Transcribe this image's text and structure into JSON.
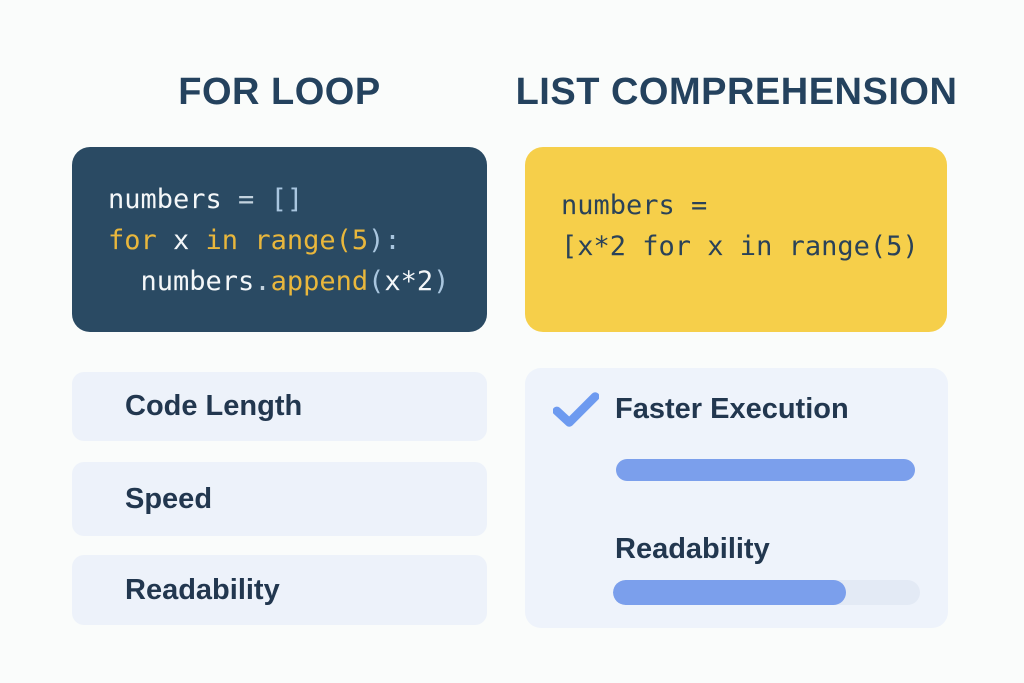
{
  "colors": {
    "background": "#fafcfb",
    "title_navy": "#24425e",
    "code_card_dark": "#2a4a63",
    "code_card_yellow": "#f6cf4a",
    "feature_row_bg": "#edf2fa",
    "right_card_bg": "#eef3fb",
    "bar_blue": "#7b9fec",
    "bar_track": "#e3eaf5",
    "check_blue": "#6d9af0",
    "code_gold": "#e9b73c",
    "code_white": "#f4f7f9",
    "code_blue": "#a9c6df",
    "code_navy": "#2a4258"
  },
  "left": {
    "title": "FOR LOOP",
    "code_lines": [
      {
        "tokens": [
          {
            "t": "numbers ",
            "c": "white"
          },
          {
            "t": "= ",
            "c": "gray"
          },
          {
            "t": "[]",
            "c": "blue"
          }
        ]
      },
      {
        "tokens": [
          {
            "t": "for ",
            "c": "gold"
          },
          {
            "t": "x ",
            "c": "white"
          },
          {
            "t": "in ",
            "c": "gold"
          },
          {
            "t": "range(5",
            "c": "gold"
          },
          {
            "t": "):",
            "c": "blue"
          }
        ]
      },
      {
        "tokens": [
          {
            "t": "  numbers",
            "c": "white"
          },
          {
            "t": ".",
            "c": "gray"
          },
          {
            "t": "append",
            "c": "gold"
          },
          {
            "t": "(",
            "c": "blue"
          },
          {
            "t": "x*2",
            "c": "white"
          },
          {
            "t": ")",
            "c": "blue"
          }
        ]
      }
    ],
    "features": [
      {
        "label": "Code Length"
      },
      {
        "label": "Speed"
      },
      {
        "label": "Readability"
      }
    ]
  },
  "right": {
    "title": "LIST COMPREHENSION",
    "code_lines": [
      {
        "tokens": [
          {
            "t": "numbers =",
            "c": "navy"
          }
        ]
      },
      {
        "tokens": [
          {
            "t": "[x*2 for x in range(5)",
            "c": "navy"
          }
        ]
      }
    ],
    "card": {
      "check_icon": "checkmark-icon",
      "check_label": "Faster Execution",
      "faster_execution_percent": 100,
      "readability_label": "Readability",
      "readability_percent": 76
    }
  }
}
